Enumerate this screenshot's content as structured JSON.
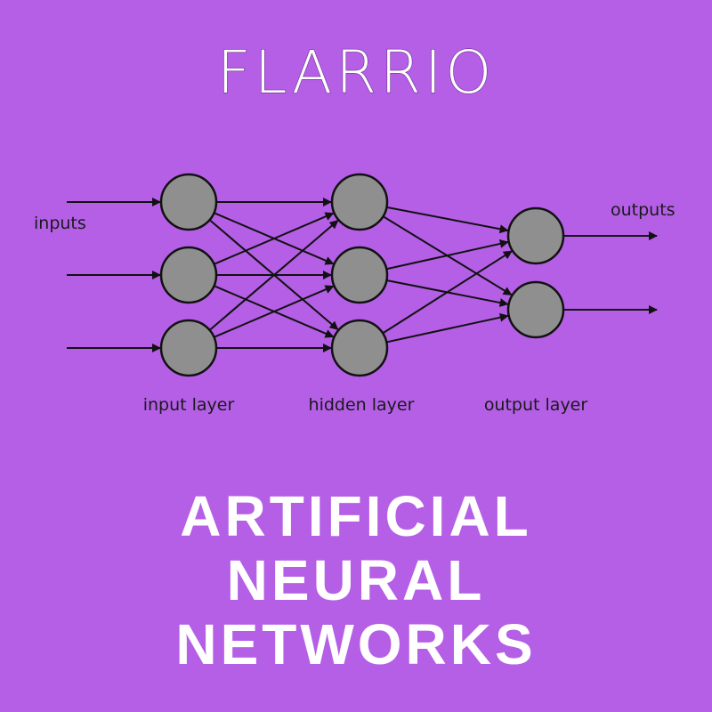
{
  "brand": {
    "name": "FLARRIO"
  },
  "diagram": {
    "labels": {
      "inputs": "inputs",
      "outputs": "outputs",
      "input_layer": "input layer",
      "hidden_layer": "hidden layer",
      "output_layer": "output layer"
    },
    "layers": {
      "input": 3,
      "hidden": 3,
      "output": 2
    },
    "colors": {
      "node_fill": "#8F8F8F",
      "node_stroke": "#111111",
      "edge": "#111111",
      "background": "#B45FE6"
    }
  },
  "headline": {
    "line1": "ARTIFICIAL",
    "line2": "NEURAL",
    "line3": "NETWORKS"
  }
}
